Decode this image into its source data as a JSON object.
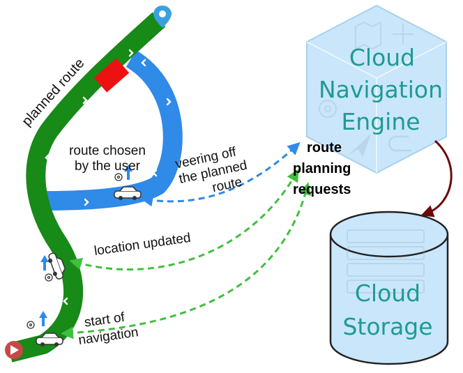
{
  "engine": {
    "title_lines": [
      "Cloud",
      "Navigation",
      "Engine"
    ],
    "fill": "#c9e6fb",
    "text_color": "#1f9a92"
  },
  "storage": {
    "title_lines": [
      "Cloud",
      "Storage"
    ],
    "fill": "#c9e6fb",
    "text_color": "#1f9a92"
  },
  "labels": {
    "planned_route": "planned route",
    "route_chosen_lines": [
      "route chosen",
      "by the user"
    ],
    "veering_lines": [
      "veering off",
      "the planned",
      "route"
    ],
    "requests_lines": [
      "route",
      "planning",
      "requests"
    ],
    "location_updated": "location updated",
    "start_lines": [
      "start of",
      "navigation"
    ]
  },
  "colors": {
    "planned_route": "#178a17",
    "blocked_segment": "#ee1111",
    "chosen_route": "#2f8ae8",
    "veer_arrow": "#2f8ae8",
    "request_arrows": "#3fbf3f",
    "storage_arrow": "#6b0a0a",
    "start_marker": "#c84848",
    "destination_pin": "#3aa0e0"
  },
  "icons": [
    "destination-pin-icon",
    "start-marker-icon",
    "car-icon",
    "gps-icon",
    "direction-arrow-icon"
  ]
}
